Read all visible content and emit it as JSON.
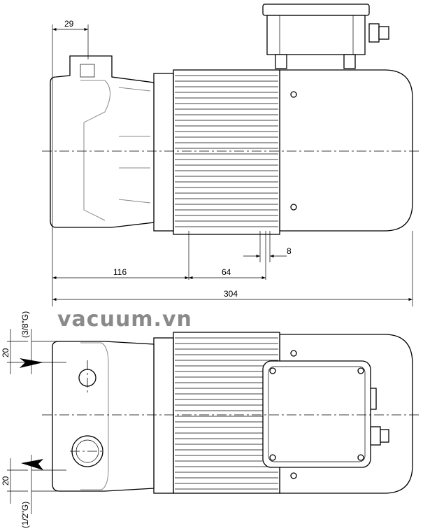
{
  "watermark": "vacuum.vn",
  "dimensions": {
    "flange_offset": "29",
    "pump_length": "116",
    "foot_spacing": "64",
    "foot_hole": "8",
    "overall_length": "304",
    "inlet_offset": "20",
    "outlet_offset": "20",
    "inlet_thread": "(3/8\"G)",
    "outlet_thread": "(1/2\"G)"
  }
}
